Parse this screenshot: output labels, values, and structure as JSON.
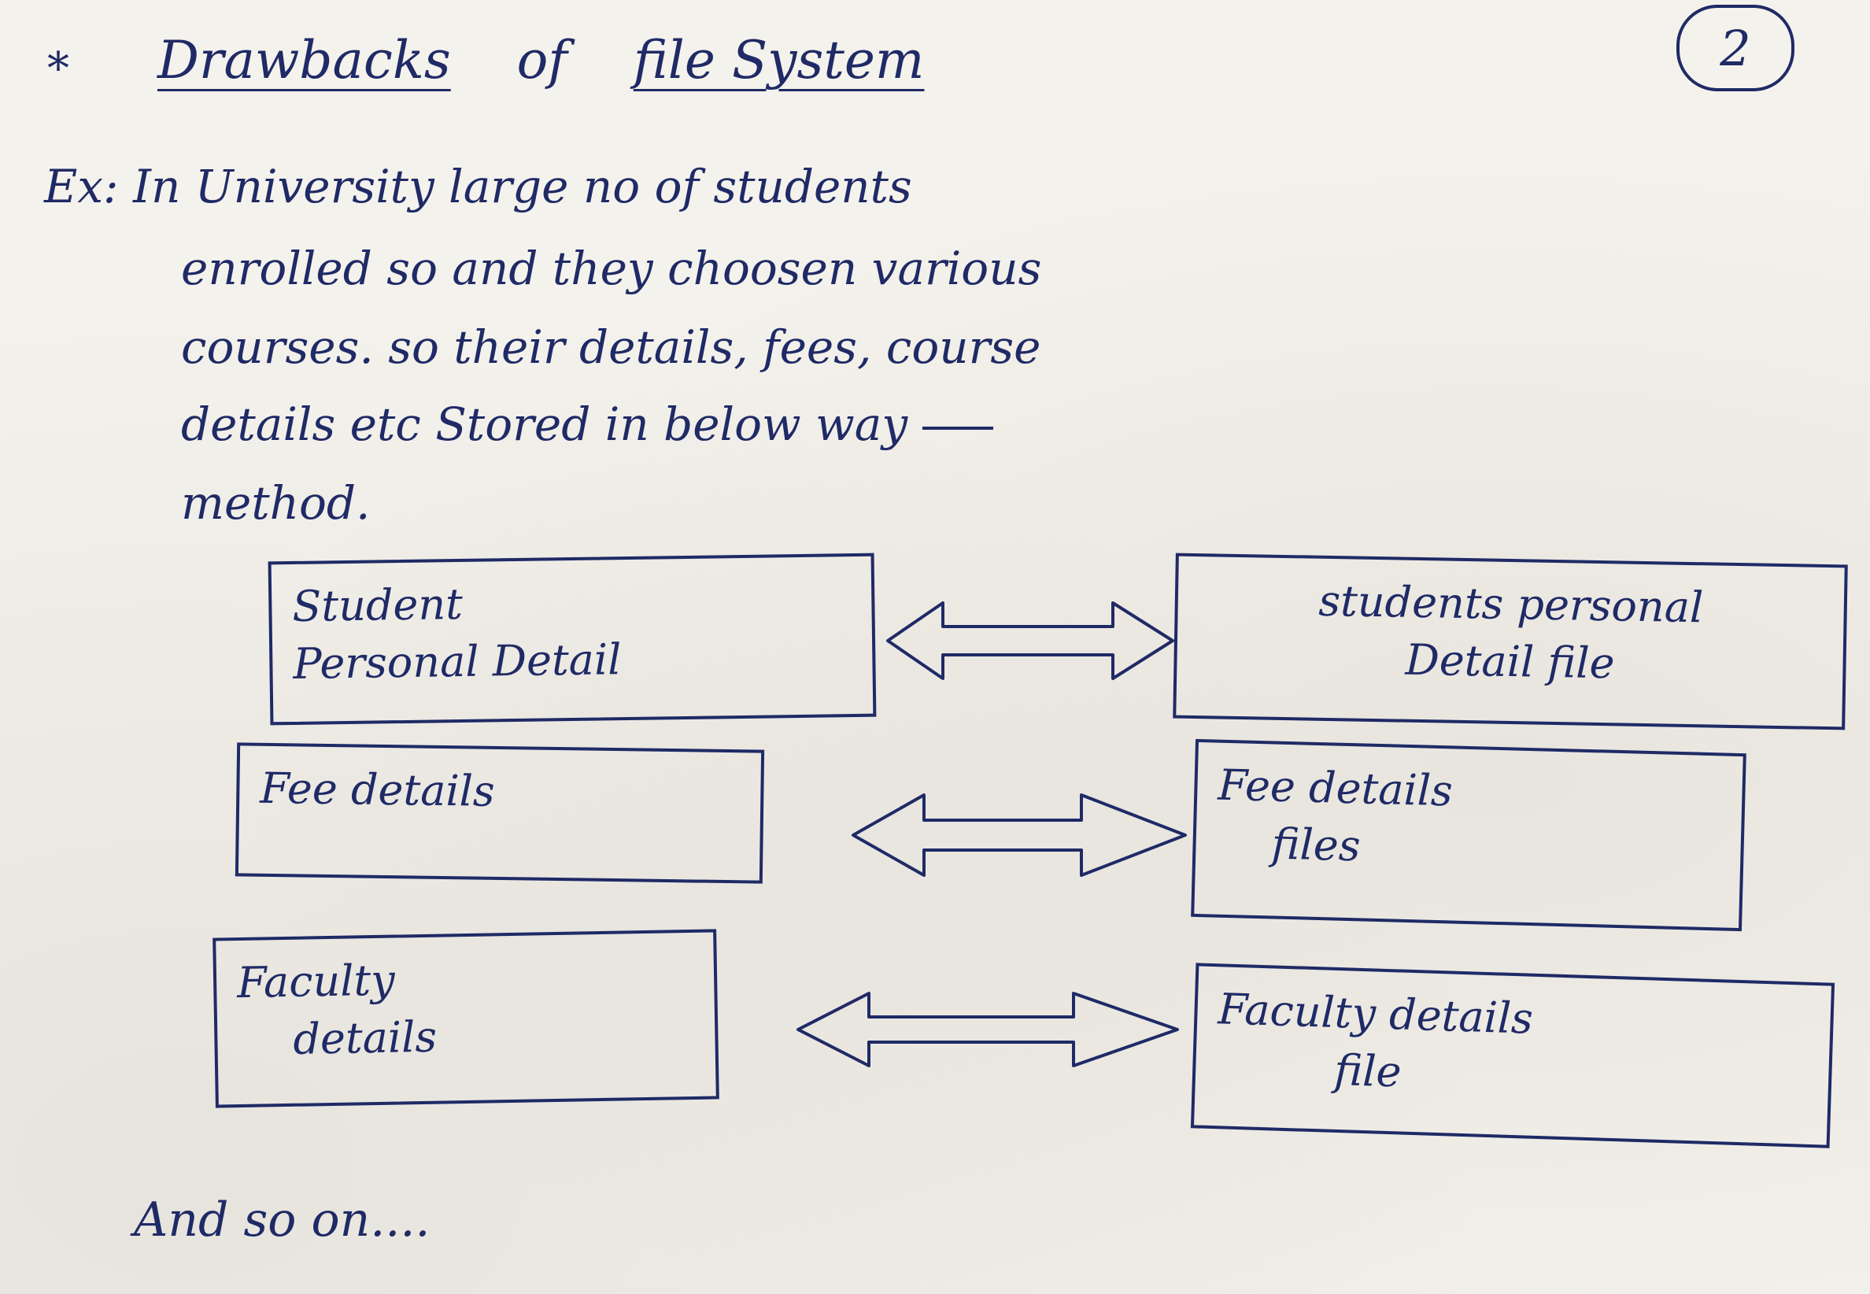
{
  "page_number": "2",
  "title": {
    "bullet": "*",
    "main": "Drawbacks",
    "connector": "of",
    "rest": "file System"
  },
  "paragraph": {
    "line1": "Ex: In University large no of students",
    "line2": "enrolled so and they choosen various",
    "line3": "courses. so their details, fees, course",
    "line4": "details etc Stored in below way",
    "line5": "method."
  },
  "rows": [
    {
      "left": [
        "Student",
        "Personal Detail"
      ],
      "right": [
        "students personal",
        "Detail file"
      ]
    },
    {
      "left": [
        "Fee details"
      ],
      "right": [
        "Fee details",
        "files"
      ]
    },
    {
      "left": [
        "Faculty",
        "details"
      ],
      "right": [
        "Faculty details",
        "file"
      ]
    }
  ],
  "closing": "And so on...."
}
